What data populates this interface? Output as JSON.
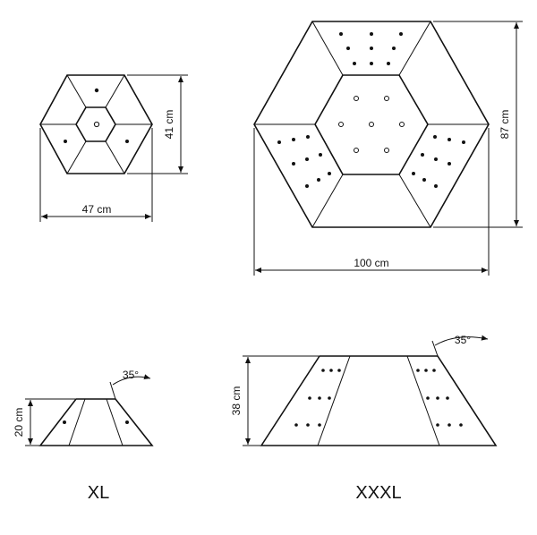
{
  "xl": {
    "width_label": "47 cm",
    "height_label": "41 cm",
    "side_height_label": "20 cm",
    "angle_label": "35°",
    "name": "XL"
  },
  "xxxl": {
    "width_label": "100 cm",
    "height_label": "87 cm",
    "side_height_label": "38 cm",
    "angle_label": "35°",
    "name": "XXXL"
  }
}
